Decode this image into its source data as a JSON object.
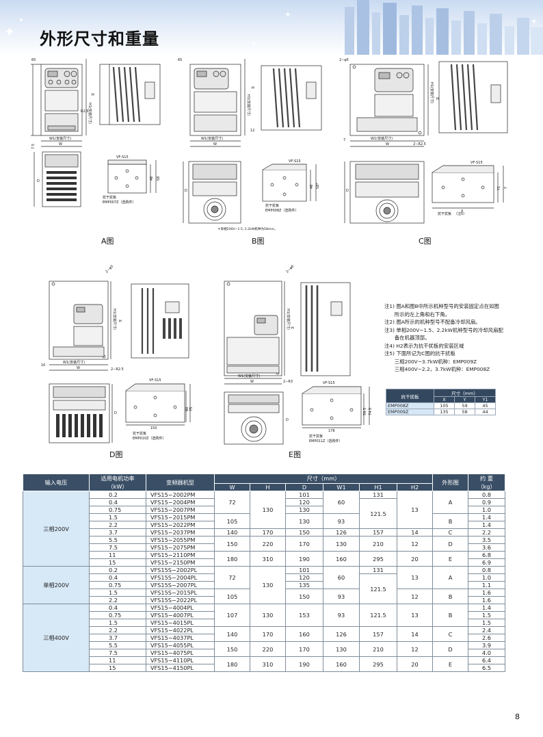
{
  "page": {
    "title": "外形尺寸和重量",
    "page_number": "8"
  },
  "figures": {
    "A": {
      "caption": "A图",
      "dim_65": "65",
      "dim_h": "H",
      "dim_h1": "H1(安装尺寸)",
      "dim_w1": "W1(安装尺寸)",
      "dim_w": "W",
      "dim_d": "D",
      "dim_75": "7.5",
      "dim_r25": "R2.5",
      "vf_label": "VF-S15",
      "plate_label": "抗干扰板",
      "plate_model": "EMP007Z（选购件）",
      "dim_58": "58",
      "dim_46": "46"
    },
    "B": {
      "caption": "B图",
      "dim_65": "65",
      "dim_h": "H",
      "dim_h1": "H1(安装尺寸)",
      "dim_w1": "W1(安装尺寸)",
      "dim_w": "W",
      "dim_d": "D",
      "dim_12": "12",
      "vf_label": "VF-S15",
      "plate_label": "抗干扰板",
      "plate_model": "EMP008Z（选购件）",
      "dim_58": "58*",
      "dim_46": "46",
      "footnote": "＊单相200V−1.5, 2.2kW机种为58mm。"
    },
    "C": {
      "caption": "C图",
      "dim_265": "2−φ5",
      "dim_h": "H",
      "dim_h1": "H1(安装尺寸)",
      "dim_w1": "W1(安装尺寸)",
      "dim_w": "W",
      "dim_d": "D",
      "dim_7": "7",
      "dim_r25": "2−R2.5",
      "vf_label": "VF-S15",
      "plate_label": "抗干扰板",
      "plate_model": "（注5）",
      "dim_x": "X",
      "dim_y": "Y",
      "dim_y1": "Y1"
    },
    "D": {
      "caption": "D图",
      "dim_65": "2−φ5",
      "dim_h": "H",
      "dim_h1": "H1(安装尺寸)",
      "dim_w1": "W1(安装尺寸)",
      "dim_w": "W",
      "dim_d": "D",
      "dim_10": "10",
      "dim_r25": "2−R2.5",
      "vf_label": "VF-S15",
      "plate_label": "抗干扰板",
      "plate_model": "EMP010Z（选购件）",
      "dim_150": "150",
      "dim_75": "75",
      "dim_60": "60"
    },
    "E": {
      "caption": "E图",
      "dim_65": "2−φ6",
      "dim_h": "H",
      "dim_h1": "H1(安装尺寸)",
      "dim_w1": "W1(安装尺寸)",
      "dim_w": "W",
      "dim_d": "D",
      "dim_r3": "2−R3",
      "vf_label": "VF-S15",
      "plate_label": "抗干扰板",
      "plate_model": "EMP011Z（选购件）",
      "dim_178": "178",
      "dim_745": "74.5",
      "dim_595": "59.5"
    }
  },
  "notes": [
    "注1) 图A和图B中所示机种型号的安装固定点在如图",
    "　　所示的左上角和右下角。",
    "注2) 图A所示的机种型号不配备冷却风扇。",
    "注3) 单相200V−1.5、2.2kW机种型号的冷却风扇配",
    "　　备在机器顶部。",
    "注4) H2表示为抗干扰板的安装区域",
    "注5) 下面所记为C图的抗干扰板",
    "　　三相200V−3.7kW机种：EMP009Z",
    "　　三相400V−2.2，3.7kW机种：EMP008Z"
  ],
  "emp_table": {
    "header_left": "抗干扰板",
    "header_dim": "尺寸（mm）",
    "cols": [
      "X",
      "Y",
      "Y1"
    ],
    "rows": [
      {
        "name": "EMP008Z",
        "values": [
          "105",
          "59",
          "45"
        ]
      },
      {
        "name": "EMP009Z",
        "values": [
          "135",
          "58",
          "44"
        ]
      }
    ]
  },
  "spec_table": {
    "headers": {
      "voltage": "输入电压",
      "power": "适用电机功率",
      "power_unit": "（kW）",
      "model": "变频器机型",
      "dims": "尺寸（mm）",
      "w": "W",
      "h": "H",
      "d": "D",
      "w1": "W1",
      "h1": "H1",
      "h2": "H2",
      "fig": "外形图",
      "weight": "约 重",
      "weight_unit": "（kg）"
    },
    "groups": [
      {
        "voltage": "三相200V"
      },
      {
        "voltage": "单相200V"
      },
      {
        "voltage": "三相400V"
      }
    ],
    "rows": [
      {
        "kw": "0.2",
        "model": "VFS15−2002PM",
        "kg": "0.8"
      },
      {
        "kw": "0.4",
        "model": "VFS15−2004PM",
        "kg": "0.9"
      },
      {
        "kw": "0.75",
        "model": "VFS15−2007PM",
        "kg": "1.0"
      },
      {
        "kw": "1.5",
        "model": "VFS15−2015PM",
        "kg": "1.4"
      },
      {
        "kw": "2.2",
        "model": "VFS15−2022PM",
        "kg": "1.4"
      },
      {
        "kw": "3.7",
        "model": "VFS15−2037PM",
        "kg": "2.2"
      },
      {
        "kw": "5.5",
        "model": "VFS15−2055PM",
        "kg": "3.5"
      },
      {
        "kw": "7.5",
        "model": "VFS15−2075PM",
        "kg": "3.6"
      },
      {
        "kw": "11",
        "model": "VFS15−2110PM",
        "kg": "6.8"
      },
      {
        "kw": "15",
        "model": "VFS15−2150PM",
        "kg": "6.9"
      },
      {
        "kw": "0.2",
        "model": "VFS15S−2002PL",
        "kg": "0.8"
      },
      {
        "kw": "0.4",
        "model": "VFS15S−2004PL",
        "kg": "1.0"
      },
      {
        "kw": "0.75",
        "model": "VFS15S−2007PL",
        "kg": "1.1"
      },
      {
        "kw": "1.5",
        "model": "VFS15S−2015PL",
        "kg": "1.6"
      },
      {
        "kw": "2.2",
        "model": "VFS15S−2022PL",
        "kg": "1.6"
      },
      {
        "kw": "0.4",
        "model": "VFS15−4004PL",
        "kg": "1.4"
      },
      {
        "kw": "0.75",
        "model": "VFS15−4007PL",
        "kg": "1.5"
      },
      {
        "kw": "1.5",
        "model": "VFS15−4015PL",
        "kg": "1.5"
      },
      {
        "kw": "2.2",
        "model": "VFS15−4022PL",
        "kg": "2.4"
      },
      {
        "kw": "3.7",
        "model": "VFS15−4037PL",
        "kg": "2.6"
      },
      {
        "kw": "5.5",
        "model": "VFS15−4055PL",
        "kg": "3.9"
      },
      {
        "kw": "7.5",
        "model": "VFS15−4075PL",
        "kg": "4.0"
      },
      {
        "kw": "11",
        "model": "VFS15−4110PL",
        "kg": "6.4"
      },
      {
        "kw": "15",
        "model": "VFS15−4150PL",
        "kg": "6.5"
      }
    ],
    "merged": {
      "w": [
        "72",
        "105",
        "140",
        "150",
        "180",
        "72",
        "105",
        "107",
        "140",
        "150",
        "180"
      ],
      "h": [
        "130",
        "170",
        "220",
        "310",
        "130",
        "130",
        "170",
        "220",
        "310"
      ],
      "d": [
        "101",
        "120",
        "130",
        "130",
        "150",
        "170",
        "190",
        "101",
        "120",
        "135",
        "150",
        "153",
        "160",
        "170",
        "190"
      ],
      "w1": [
        "60",
        "93",
        "126",
        "130",
        "160",
        "60",
        "93",
        "93",
        "126",
        "130",
        "160"
      ],
      "h1": [
        "131",
        "121.5",
        "157",
        "210",
        "295",
        "131",
        "121.5",
        "121.5",
        "157",
        "210",
        "295"
      ],
      "h2": [
        "13",
        "14",
        "12",
        "20",
        "13",
        "12",
        "13",
        "14",
        "12",
        "20"
      ],
      "fig": [
        "A",
        "B",
        "C",
        "D",
        "E",
        "A",
        "B",
        "B",
        "C",
        "D",
        "E"
      ]
    }
  }
}
